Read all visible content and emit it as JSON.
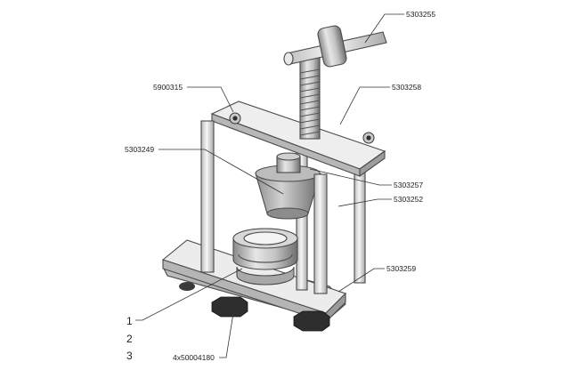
{
  "diagram": {
    "part_labels": {
      "handle": "5303255",
      "top_plate": "5303258",
      "top_plate_screw": "5900315",
      "cone": "5303249",
      "cone_nut": "5303257",
      "rod": "5303252",
      "base_plate": "5303259",
      "feet": "4x50004180"
    },
    "item_numbers": [
      "1",
      "2",
      "3"
    ]
  }
}
